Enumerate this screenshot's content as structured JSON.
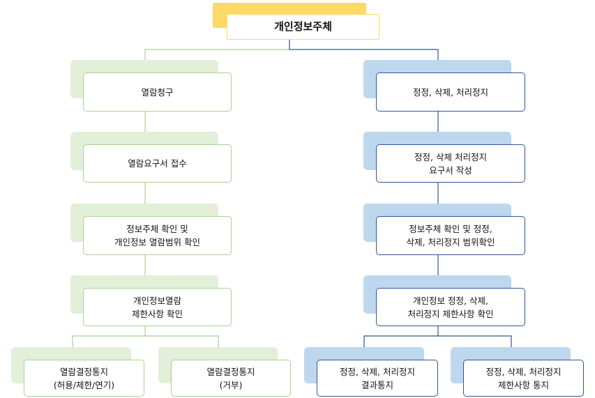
{
  "root": {
    "label": "개인정보주체"
  },
  "left_branch": {
    "steps": [
      {
        "label": "열람청구"
      },
      {
        "label": "열람요구서 접수"
      },
      {
        "label": "정보주체 확인 및\n개인정보 열람범위 확인"
      },
      {
        "label": "개인정보열람\n제한사항 확인"
      }
    ],
    "outcomes": [
      {
        "label": "열람결정통지\n(허용/제한/연기)"
      },
      {
        "label": "열람결정통지\n(거부)"
      }
    ]
  },
  "right_branch": {
    "steps": [
      {
        "label": "정정, 삭제, 처리정지"
      },
      {
        "label": "정정, 삭제 처리정지\n요구서 작성"
      },
      {
        "label": "정보주체 확인 및 정정,\n삭제, 처리정지 범위확인"
      },
      {
        "label": "개인정보 정정, 삭제,\n처리정지 제한사항 확인"
      }
    ],
    "outcomes": [
      {
        "label": "정정, 삭제, 처리정지\n결과통지"
      },
      {
        "label": "정정, 삭제, 처리정지\n제한사항 통지"
      }
    ]
  },
  "colors": {
    "root_accent": "#ffd966",
    "left_branch": "#a9d18e",
    "left_branch_fill": "#e2efd9",
    "right_branch": "#2f5597",
    "right_branch_fill": "#bdd7ee"
  }
}
